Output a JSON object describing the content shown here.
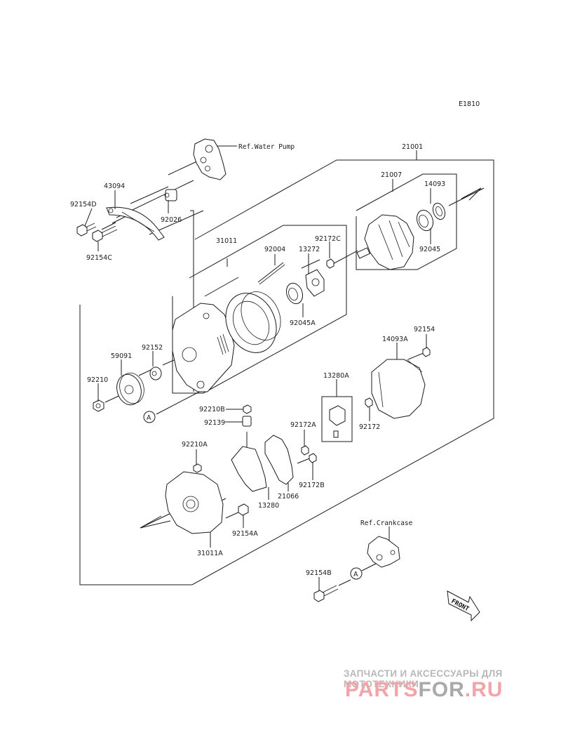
{
  "diagram": {
    "title": "Alternator parts diagram",
    "code": "E1810",
    "references": {
      "water_pump": "Ref.Water Pump",
      "crankcase": "Ref.Crankcase"
    },
    "marker": "A",
    "direction_arrow": "FRONT",
    "parts": {
      "p21001": "21001",
      "p21007": "21007",
      "p14093": "14093",
      "p92045": "92045",
      "p43094": "43094",
      "p92154D": "92154D",
      "p92026": "92026",
      "p92154C": "92154C",
      "p31011": "31011",
      "p92004": "92004",
      "p13272": "13272",
      "p92172C": "92172C",
      "p92045A": "92045A",
      "p92152": "92152",
      "p59091": "59091",
      "p92210": "92210",
      "p14093A": "14093A",
      "p92154": "92154",
      "p13280A": "13280A",
      "p92172": "92172",
      "p92210B": "92210B",
      "p92139": "92139",
      "p92172A": "92172A",
      "p92210A": "92210A",
      "p92172B": "92172B",
      "p21066": "21066",
      "p13280": "13280",
      "p92154A": "92154A",
      "p31011A": "31011A",
      "p92154B": "92154B"
    }
  },
  "watermark": {
    "tagline": "ЗАПЧАСТИ И АКСЕССУАРЫ ДЛЯ МОТОТЕХНИКИ",
    "logo_part1": "PARTS",
    "logo_part2": "FOR",
    "logo_part3": ".RU",
    "colors": {
      "pink": "#f2a4a8",
      "gray": "#a9a9a9"
    }
  }
}
